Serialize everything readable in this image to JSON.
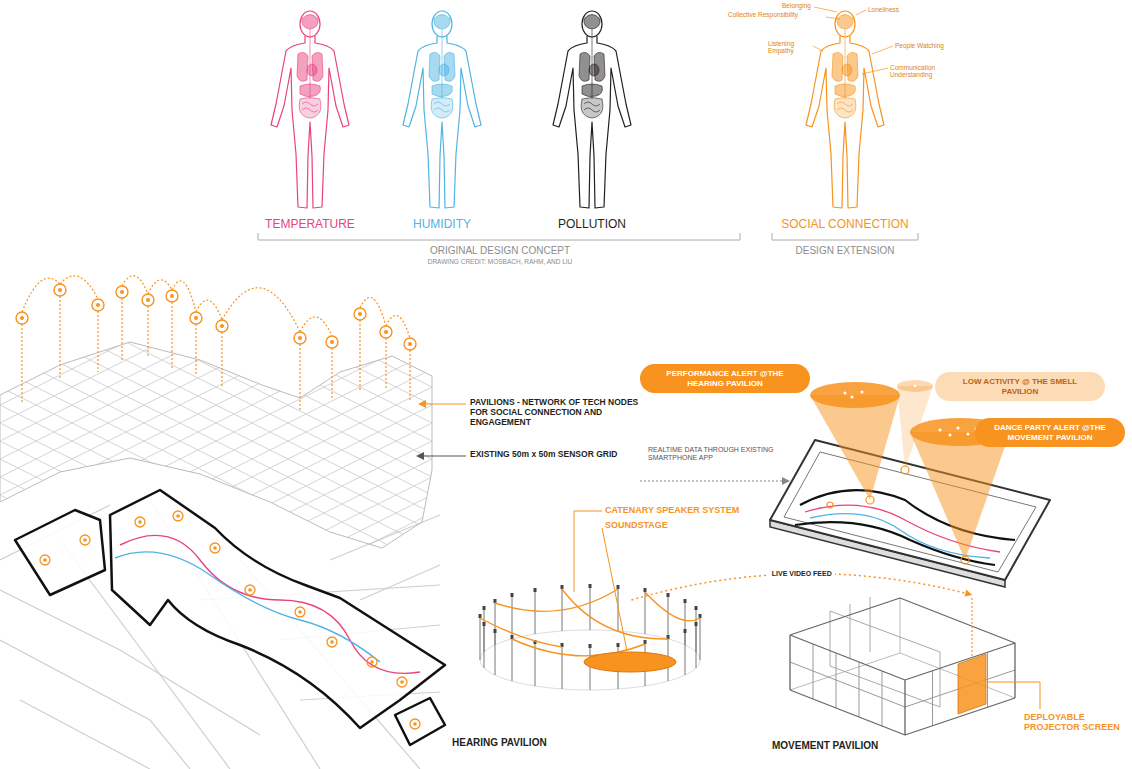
{
  "diagram": {
    "nodes": [
      {
        "text": [
          "PERFORMANCE ALERT @THE HEARING PAVILION"
        ]
      },
      {
        "text": [
          "LOW ACTIVITY @ THE SMELL PAVILION"
        ]
      },
      {
        "text": [
          "DANCE PARTY ALERT @THE MOVEMENT PAVILION"
        ]
      },
      {
        "text": [
          "HEARING PAVILION"
        ]
      },
      {
        "text": [
          "MOVEMENT PAVILION"
        ]
      }
    ],
    "edges": [
      {
        "from": 3,
        "to": 4,
        "arrow": "to",
        "label": "LIVE VIDEO FEED"
      }
    ],
    "labels": [
      "TEMPERATURE",
      "HUMIDITY",
      "POLLUTION",
      "SOCIAL CONNECTION",
      "ORIGINAL DESIGN CONCEPT",
      "DRAWING CREDIT: MOSBACH, RAHM, AND LIU",
      "DESIGN EXTENSION",
      "Belonging",
      "Collective Responsibility",
      "Loneliness",
      "Listening Empathy",
      "People Watching",
      "Communication Understanding",
      "PAVILIONS - NETWORK OF TECH NODES FOR SOCIAL CONNECTION AND ENGAGEMENT",
      "EXISTING 50m x 50m SENSOR GRID",
      "REALTIME DATA THROUGH EXISTING SMARTPHONE APP",
      "CATENARY SPEAKER SYSTEM",
      "SOUNDSTAGE",
      "DEPLOYABLE PROJECTOR SCREEN"
    ]
  }
}
